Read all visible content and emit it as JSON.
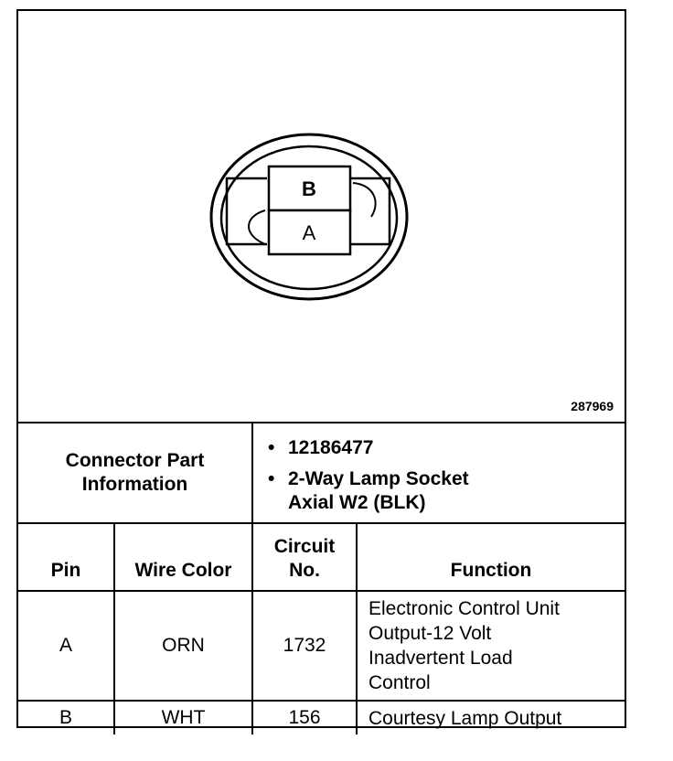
{
  "diagram": {
    "pin_labels": [
      "B",
      "A"
    ],
    "part_number": "287969"
  },
  "connector_info": {
    "label_line1": "Connector Part",
    "label_line2": "Information",
    "bullets": [
      {
        "line1": "12186477"
      },
      {
        "line1": "2-Way Lamp Socket",
        "line2": "Axial W2 (BLK)"
      }
    ]
  },
  "table": {
    "headers": {
      "pin": "Pin",
      "wire_color": "Wire Color",
      "circuit_line1": "Circuit",
      "circuit_line2": "No.",
      "function": "Function"
    },
    "rows": [
      {
        "pin": "A",
        "wire_color": "ORN",
        "circuit": "1732",
        "function_lines": [
          "Electronic Control Unit",
          "Output-12 Volt",
          "Inadvertent Load",
          "Control"
        ]
      },
      {
        "pin": "B",
        "wire_color": "WHT",
        "circuit": "156",
        "function_lines": [
          "Courtesy Lamp Output"
        ]
      }
    ]
  }
}
